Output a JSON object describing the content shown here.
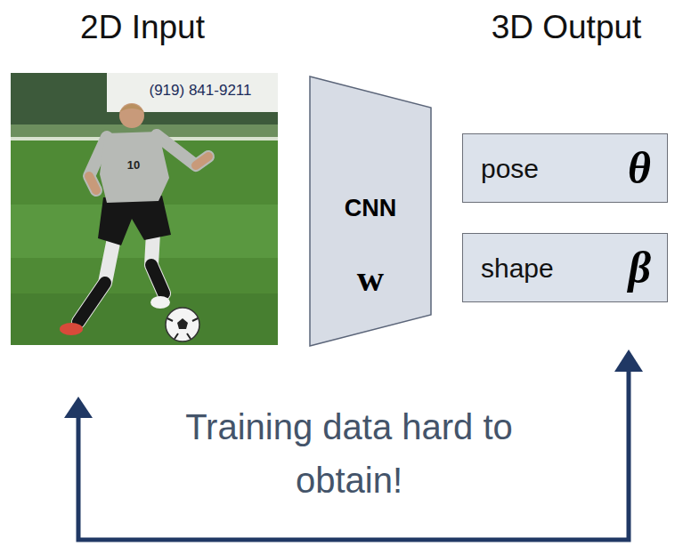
{
  "diagram": {
    "nodes": [
      {
        "text": [
          "CNN",
          "w"
        ]
      },
      {
        "text": [
          "pose",
          "θ"
        ]
      },
      {
        "text": [
          "shape",
          "β"
        ]
      }
    ],
    "labels": [
      "2D Input",
      "3D Output",
      "Training data hard to obtain!",
      "(919) 841-9211",
      "10"
    ]
  }
}
